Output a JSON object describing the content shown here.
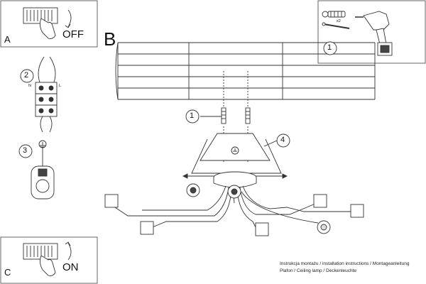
{
  "panels": {
    "a": {
      "letter": "A",
      "action": "OFF"
    },
    "b": {
      "letter": "B"
    },
    "c": {
      "letter": "C",
      "action": "ON"
    }
  },
  "steps": {
    "one_top": "1",
    "one_mid": "1",
    "two": "2",
    "three": "3",
    "four": "4"
  },
  "terminal_labels": {
    "n": "N",
    "l": "L"
  },
  "parts": {
    "multiplier": "x2"
  },
  "footer": {
    "line1": "Instrukcja montażu / installation instructions / Montageanleitung",
    "line2": "Plafon / Ceiling lamp / Deckenleuchte"
  }
}
